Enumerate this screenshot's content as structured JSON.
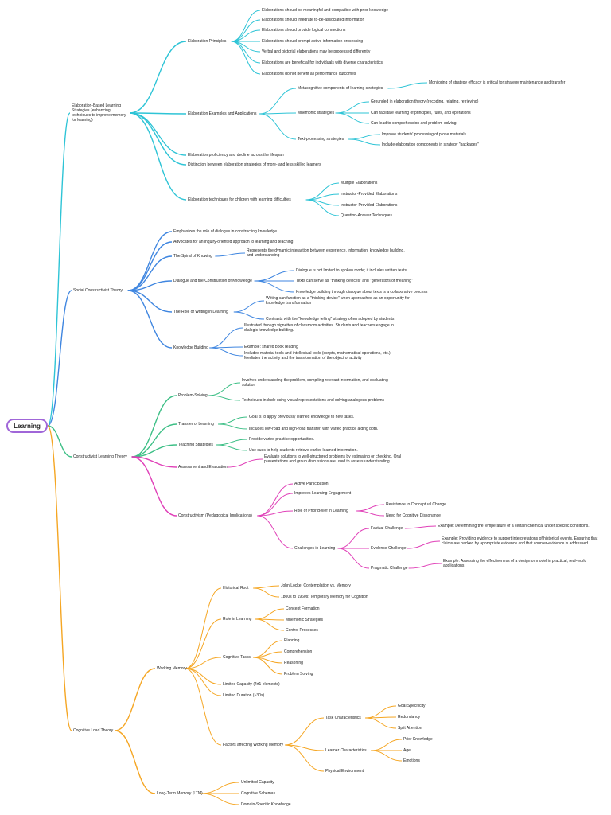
{
  "root": "Learning",
  "colors": {
    "root_border": "#a066d8"
  },
  "branches": [
    {
      "label": "Elaboration-Based Learning Strategies (enhancing techniques to improve memory for learning)",
      "color": "#2ec4d6",
      "children": [
        {
          "label": "Elaboration Principles",
          "children": [
            {
              "label": "Elaborations should be meaningful and compatible with prior knowledge"
            },
            {
              "label": "Elaborations should integrate to-be-associated information"
            },
            {
              "label": "Elaborations should provide logical connections"
            },
            {
              "label": "Elaborations should prompt active information processing"
            },
            {
              "label": "Verbal and pictorial elaborations may be processed differently"
            },
            {
              "label": "Elaborations are beneficial for individuals with diverse characteristics"
            },
            {
              "label": "Elaborations do not benefit all performance outcomes"
            }
          ]
        },
        {
          "label": "Elaboration Examples and Applications",
          "children": [
            {
              "label": "Metacognitive components of learning strategies",
              "children": [
                {
                  "label": "Monitoring of strategy efficacy is critical for strategy maintenance and transfer"
                }
              ]
            },
            {
              "label": "Mnemonic strategies",
              "children": [
                {
                  "label": "Grounded in elaboration theory (recoding, relating, retrieving)"
                },
                {
                  "label": "Can facilitate learning of principles, rules, and operations"
                },
                {
                  "label": "Can lead to comprehension and problem-solving"
                }
              ]
            },
            {
              "label": "Text-processing strategies",
              "children": [
                {
                  "label": "Improve students' processing of prose materials"
                },
                {
                  "label": "Include elaboration components in strategy \"packages\""
                }
              ]
            }
          ]
        },
        {
          "label": "Elaboration proficiency and decline across the lifespan"
        },
        {
          "label": "Distinction between elaboration strategies of more- and less-skilled learners"
        },
        {
          "label": "Elaboration techniques for children with learning difficulties",
          "children": [
            {
              "label": "Multiple Elaborations"
            },
            {
              "label": "Instructor-Provided Elaborations"
            },
            {
              "label": "Instructor-Provided Elaborations"
            },
            {
              "label": "Question-Answer Techniques"
            }
          ]
        }
      ]
    },
    {
      "label": "Social Constructivist Theory",
      "color": "#3f86e0",
      "children": [
        {
          "label": "Emphasizes the role of dialogue in constructing knowledge"
        },
        {
          "label": "Advocates for an inquiry-oriented approach to learning and teaching"
        },
        {
          "label": "The Spiral of Knowing",
          "children": [
            {
              "label": "Represents the dynamic interaction between experience, information, knowledge building, and understanding"
            }
          ]
        },
        {
          "label": "Dialogue and the Construction of Knowledge",
          "children": [
            {
              "label": "Dialogue is not limited to spoken mode; it includes written texts"
            },
            {
              "label": "Texts can serve as \"thinking devices\" and \"generators of meaning\""
            },
            {
              "label": "Knowledge building through dialogue about texts is a collaborative process"
            }
          ]
        },
        {
          "label": "The Role of Writing in Learning",
          "children": [
            {
              "label": "Writing can function as a \"thinking device\" when approached as an opportunity for knowledge transformation"
            },
            {
              "label": "Contrasts with the \"knowledge telling\" strategy often adopted by students"
            }
          ]
        },
        {
          "label": "Knowledge Building",
          "children": [
            {
              "label": "Illustrated through vignettes of classroom activities. Students and teachers engage in dialogic knowledge building."
            },
            {
              "label": "Example: shared book reading"
            },
            {
              "label": "Includes material tools and intellectual tools (scripts, mathematical operations, etc.) Mediates the activity and the transformation of the object of activity"
            }
          ]
        }
      ]
    },
    {
      "label": "Constructivist Learning Theory",
      "color": "#3dbf86",
      "children": [
        {
          "label": "Problem-Solving",
          "color": "#3dbf86",
          "children": [
            {
              "label": "Involves understanding the problem, compiling relevant information, and evaluating solution"
            },
            {
              "label": "Techniques include using visual representations and solving analogous problems"
            }
          ]
        },
        {
          "label": "Transfer of Learning",
          "color": "#3dbf86",
          "children": [
            {
              "label": "Goal is to apply previously learned knowledge to new tasks."
            },
            {
              "label": "Includes low-road and high-road transfer, with varied practice aiding both."
            }
          ]
        },
        {
          "label": "Teaching Strategies",
          "color": "#3dbf86",
          "children": [
            {
              "label": "Provide varied practice opportunities."
            },
            {
              "label": "Use cues to help students retrieve earlier-learned information."
            }
          ]
        },
        {
          "label": "Assessment and Evaluation",
          "color": "#e040b8",
          "children": [
            {
              "label": "Evaluate solutions to well-structured problems by estimating or checking. Oral presentations and group discussions are used to assess understanding."
            }
          ]
        },
        {
          "label": "Constructivism (Pedagogical Implications)",
          "color": "#e040b8",
          "children": [
            {
              "label": "Active Participation"
            },
            {
              "label": "Improves Learning Engagement"
            },
            {
              "label": "Role of Prior Belief in Learning",
              "children": [
                {
                  "label": "Resistance to Conceptual Change"
                },
                {
                  "label": "Need for Cognitive Dissonance"
                }
              ]
            },
            {
              "label": "Challenges in Learning",
              "children": [
                {
                  "label": "Factual Challenge",
                  "children": [
                    {
                      "label": "Example: Determining the temperature of a certain chemical under specific conditions."
                    }
                  ]
                },
                {
                  "label": "Evidence Challenge",
                  "children": [
                    {
                      "label": "Example: Providing evidence to support interpretations of historical events. Ensuring that claims are backed by appropriate evidence and that counter-evidence is addressed."
                    }
                  ]
                },
                {
                  "label": "Pragmatic Challenge",
                  "children": [
                    {
                      "label": "Example: Assessing the effectiveness of a design or model in practical, real-world applications"
                    }
                  ]
                }
              ]
            }
          ]
        }
      ]
    },
    {
      "label": "Cognitive Load Theory",
      "color": "#f5a623",
      "children": [
        {
          "label": "Working Memory",
          "children": [
            {
              "label": "Historical Root",
              "children": [
                {
                  "label": "John Locke: Contemplation vs. Memory"
                },
                {
                  "label": "1800s to 1960s: Temporary Memory for Cognition"
                }
              ]
            },
            {
              "label": "Role in Learning",
              "children": [
                {
                  "label": "Concept Formation"
                },
                {
                  "label": "Mnemonic Strategies"
                },
                {
                  "label": "Control Processes"
                }
              ]
            },
            {
              "label": "Cognitive Tasks",
              "children": [
                {
                  "label": "Planning"
                },
                {
                  "label": "Comprehension"
                },
                {
                  "label": "Reasoning"
                },
                {
                  "label": "Problem Solving"
                }
              ]
            },
            {
              "label": "Limited Capacity (4±1 elements)"
            },
            {
              "label": "Limited Duration (~30s)"
            },
            {
              "label": "Factors affecting Working Memory",
              "children": [
                {
                  "label": "Task Characteristics",
                  "children": [
                    {
                      "label": "Goal Specificity"
                    },
                    {
                      "label": "Redundancy"
                    },
                    {
                      "label": "Split Attention"
                    }
                  ]
                },
                {
                  "label": "Learner Characteristics",
                  "children": [
                    {
                      "label": "Prior Knowledge"
                    },
                    {
                      "label": "Age"
                    },
                    {
                      "label": "Emotions"
                    }
                  ]
                },
                {
                  "label": "Physical Environment"
                }
              ]
            }
          ]
        },
        {
          "label": "Long-Term Memory (LTM)",
          "children": [
            {
              "label": "Unlimited Capacity"
            },
            {
              "label": "Cognitive Schemas"
            },
            {
              "label": "Domain-Specific Knowledge"
            }
          ]
        }
      ]
    }
  ]
}
